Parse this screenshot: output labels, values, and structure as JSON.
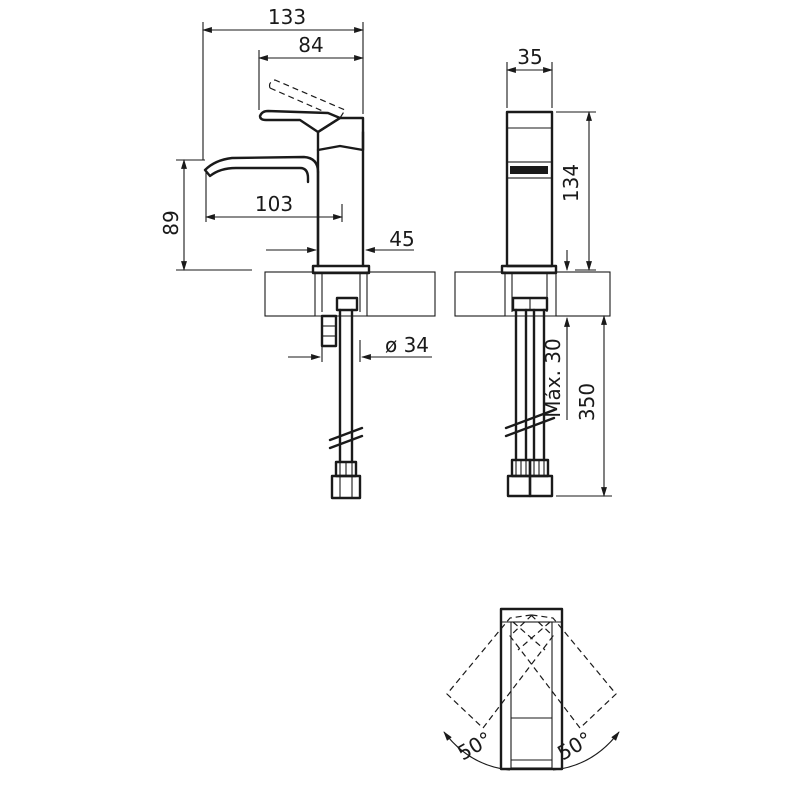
{
  "dimensions": {
    "total_width": "133",
    "handle_width": "84",
    "spout_reach": "103",
    "spout_height": "89",
    "body_depth": "45",
    "hole_diameter": "ø 34",
    "side_width": "35",
    "side_height": "134",
    "max_counter": "Máx. 30",
    "hose_length": "350"
  },
  "angles": {
    "left": "50°",
    "right": "50°"
  },
  "colors": {
    "line": "#1a1a1a",
    "background": "#ffffff"
  }
}
